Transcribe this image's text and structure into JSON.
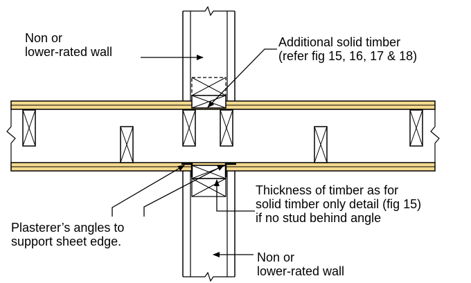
{
  "labels": {
    "non_rated_top": [
      "Non or",
      "lower-rated wall"
    ],
    "additional_timber": [
      "Additional solid timber",
      "(refer fig 15, 16, 17 & 18)"
    ],
    "thickness": [
      "Thickness of timber as for",
      "solid timber only detail (fig 15)",
      "if no stud behind angle"
    ],
    "plasterer": [
      "Plasterer’s angles to",
      "support sheet edge."
    ],
    "non_rated_bottom": [
      "Non or",
      "lower-rated wall"
    ]
  },
  "colors": {
    "plasterboard_fill": "#f5d98e",
    "line": "#000000"
  }
}
